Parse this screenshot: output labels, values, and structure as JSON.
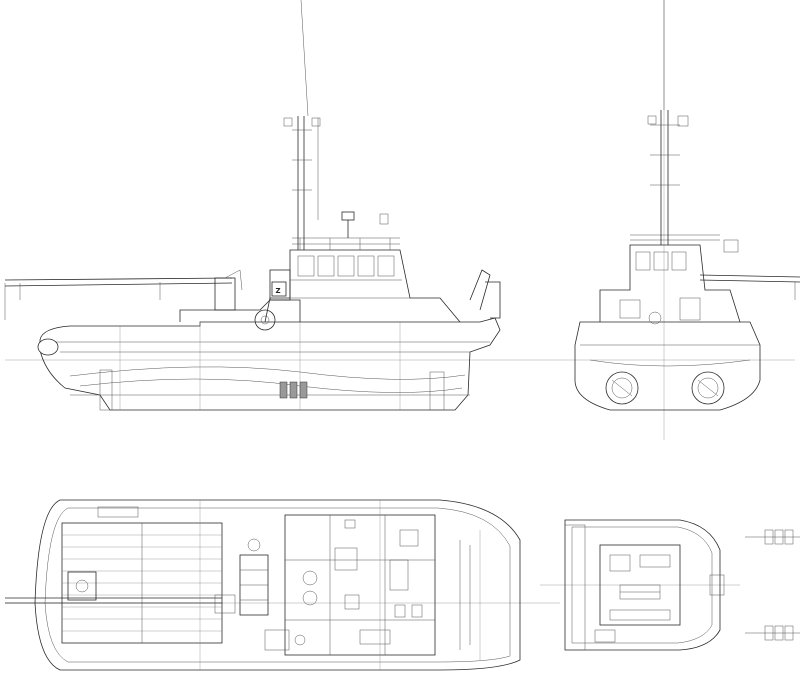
{
  "drawing": {
    "views": [
      "side-elevation",
      "stern-elevation",
      "main-deck-plan",
      "wheelhouse-deck-plan"
    ],
    "funnel_mark": "Z",
    "colors": {
      "line": "#2a2a2a",
      "thin": "#555555",
      "background": "#ffffff"
    }
  }
}
